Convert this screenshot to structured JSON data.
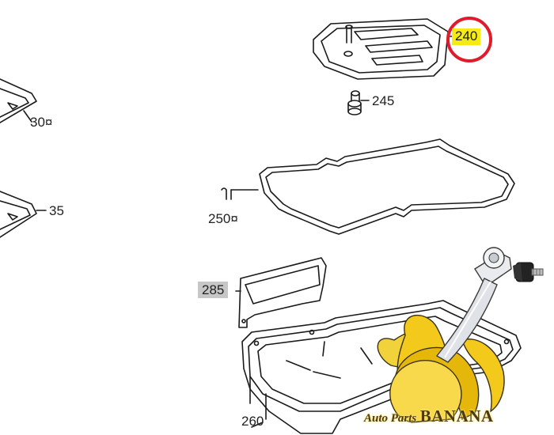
{
  "callouts": {
    "part_30": "30¤",
    "part_35": "35",
    "part_240": "240",
    "part_245": "245",
    "part_250": "250¤",
    "part_260": "260",
    "part_285": "285"
  },
  "highlighted_part": "240",
  "highlight_color": "#e01b2b",
  "highlight_fill": "#f5ea13",
  "watermark": {
    "prefix": "Auto Parts",
    "brand": "BANANA",
    "logo": "banana-with-control-arm"
  }
}
